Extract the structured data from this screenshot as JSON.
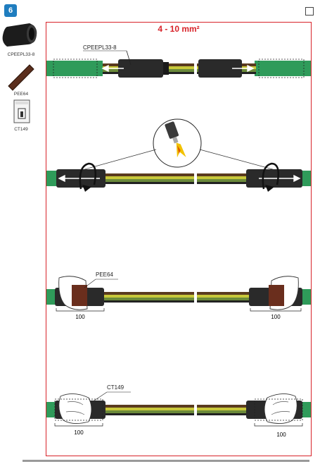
{
  "step": {
    "number": "6"
  },
  "kit": [
    {
      "label": "CPEEPL33-8",
      "icon": "heat-shrink-tube"
    },
    {
      "label": "PEE64",
      "icon": "mastic-strip"
    },
    {
      "label": "CT149",
      "icon": "sealing-tape-pack"
    }
  ],
  "panel": {
    "range": "4 - 10 mm²"
  },
  "callouts": {
    "sleeve": "CPEEPL33-8",
    "mastic": "PEE64",
    "tape": "CT149"
  },
  "dimensions": {
    "wrap_length": "100"
  },
  "colors": {
    "frame": "#d8232a",
    "cable_jacket": "#2f9b5a",
    "sleeve": "#2a2a2a",
    "step_badge": "#1f7dbf"
  }
}
